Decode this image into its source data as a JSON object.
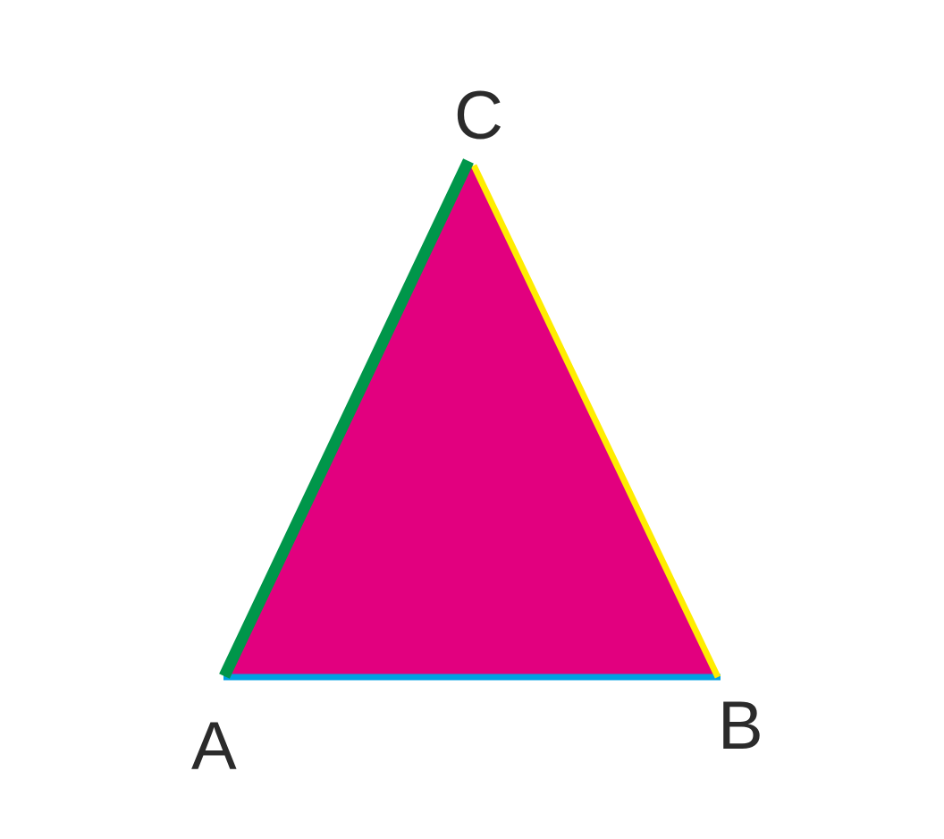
{
  "triangle": {
    "fill_color": "#e2007f",
    "vertices": {
      "A": {
        "label": "A"
      },
      "B": {
        "label": "B"
      },
      "C": {
        "label": "C"
      }
    },
    "sides": {
      "AB": {
        "color": "#00a0e3"
      },
      "BC": {
        "color": "#ffed00"
      },
      "CA": {
        "color": "#00964a"
      }
    }
  },
  "label_color": "#2b2b2b"
}
